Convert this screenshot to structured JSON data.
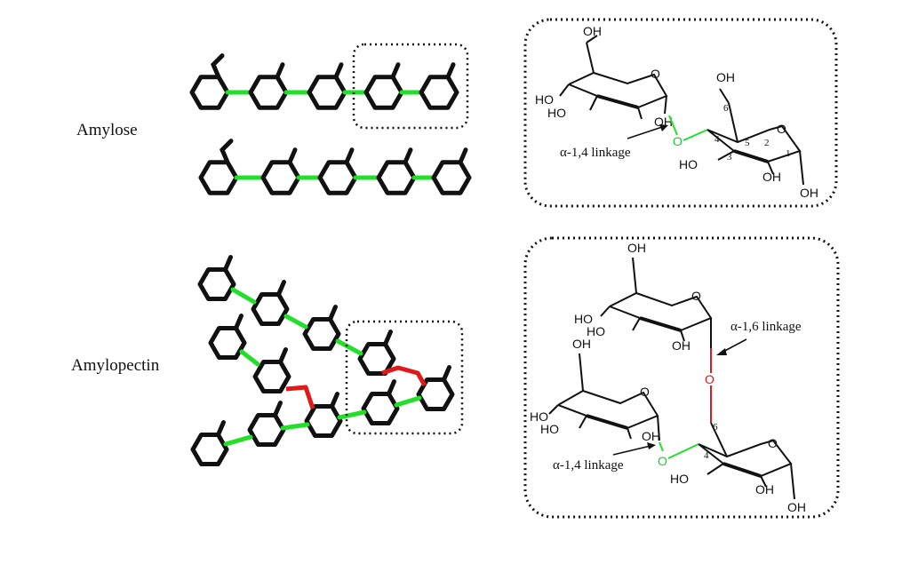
{
  "labels": {
    "amylose": "Amylose",
    "amylopectin": "Amylopectin"
  },
  "amylose_detail": {
    "atoms": {
      "oh": "OH",
      "ho": "HO",
      "o": "O"
    },
    "position_numbers": [
      "6",
      "4",
      "5",
      "3",
      "2",
      "1"
    ],
    "linkage_label": "α-1,4 linkage"
  },
  "amylopectin_detail": {
    "atoms": {
      "oh": "OH",
      "ho": "HO",
      "o": "O"
    },
    "position_numbers": [
      "6",
      "4"
    ],
    "linkage_16_label": "α-1,6 linkage",
    "linkage_14_label": "α-1,4 linkage"
  },
  "colors": {
    "bond": "#111111",
    "alpha_1_4": "#22e02a",
    "alpha_1_6": "#e01a1a",
    "dotted_box": "#111111"
  }
}
